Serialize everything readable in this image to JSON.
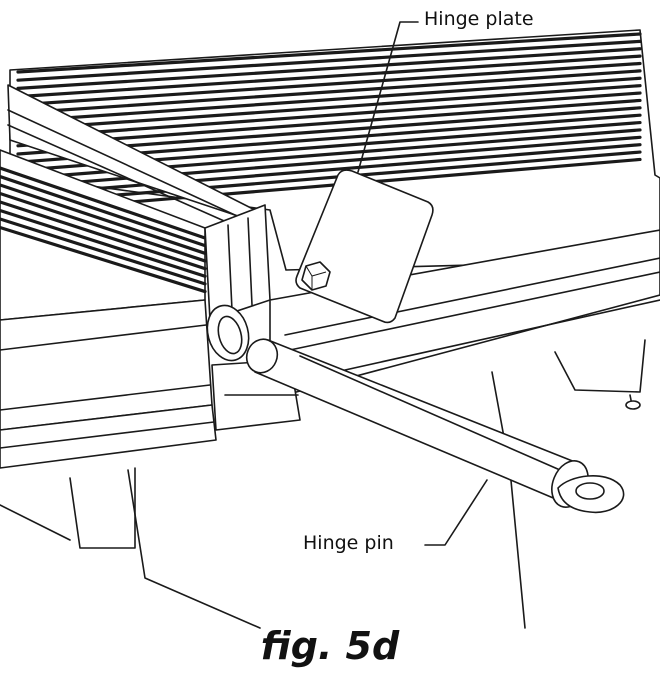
{
  "figure": {
    "labels": {
      "hinge_plate": "Hinge plate",
      "hinge_pin": "Hinge pin"
    },
    "caption": "fig. 5d"
  }
}
